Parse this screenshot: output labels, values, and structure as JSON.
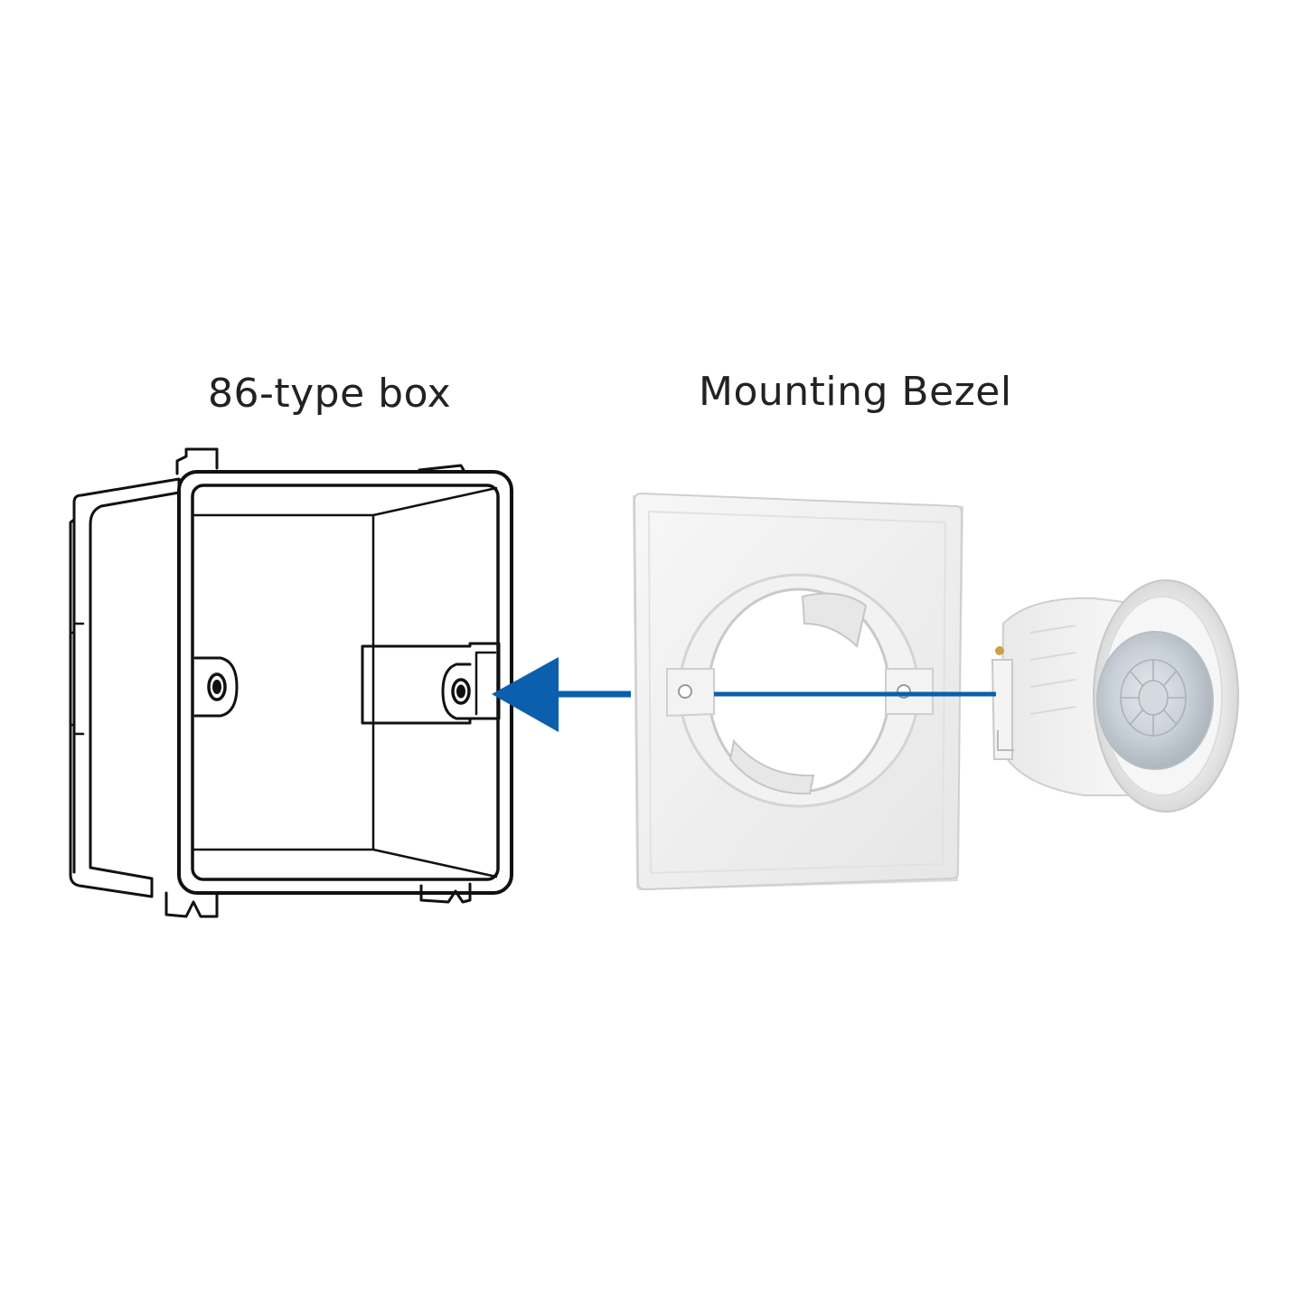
{
  "diagram": {
    "labels": {
      "box": "86-type box",
      "bezel": "Mounting Bezel"
    },
    "arrow_color": "#0b5fad",
    "line_color": "#111111",
    "components": [
      "junction-box",
      "mounting-bezel",
      "pir-sensor"
    ]
  }
}
